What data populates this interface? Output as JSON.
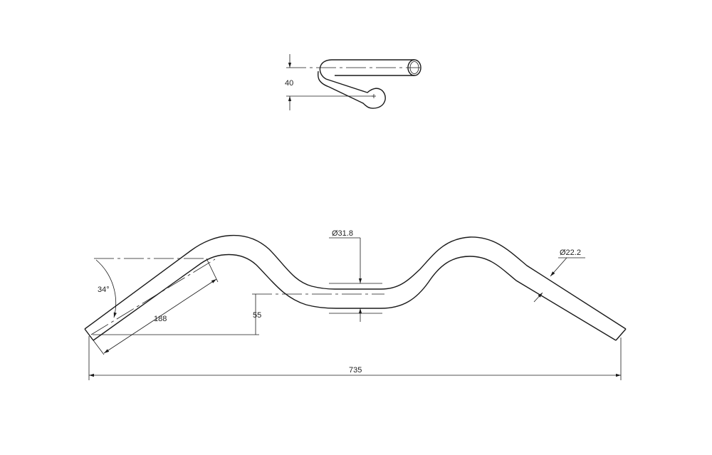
{
  "dimensions": {
    "rise_top_view": "40",
    "tube_diameter_center": "Ø31.8",
    "tube_diameter_end": "Ø22.2",
    "bend_angle": "34°",
    "grip_length": "188",
    "center_drop": "55",
    "overall_width": "735"
  }
}
